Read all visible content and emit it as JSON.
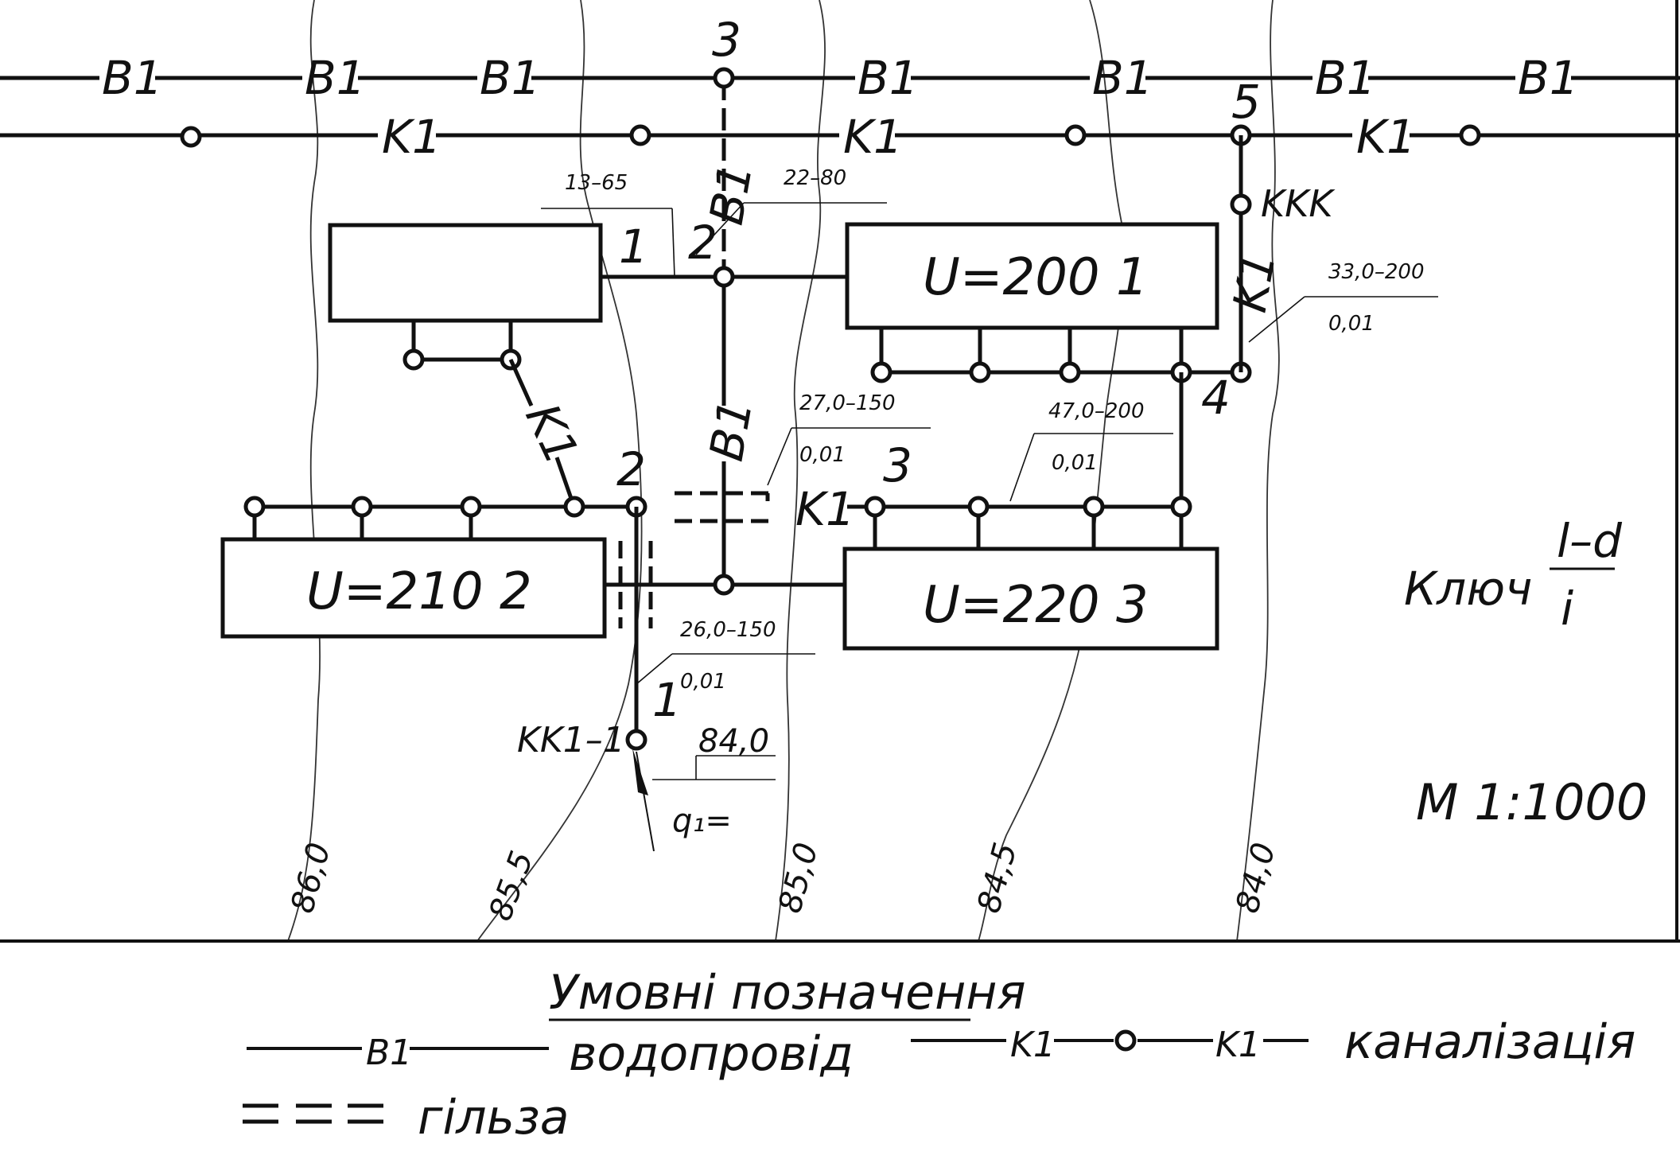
{
  "header": {
    "node3_top": "3",
    "node5_top": "5"
  },
  "lines": {
    "water": "B1",
    "sewer": "K1",
    "sewer_branch": "K1",
    "ккк": "KKK",
    "k1_diag": "K1"
  },
  "buildings": {
    "b1": {
      "label": "U=200   1"
    },
    "b2": {
      "label": "U=210   2"
    },
    "b3": {
      "label": "U=220   3"
    }
  },
  "nodes": {
    "w1": "1",
    "w2": "2",
    "s2": "2",
    "s3": "3",
    "s4": "4",
    "s1": "1",
    "kk1": "KK1–1"
  },
  "annotations": {
    "a_13_65": "13–65",
    "a_22_80": "22–80",
    "a_33_200": "33,0–200",
    "a_33_slope": "0,01",
    "a_27_150": "27,0–150",
    "a_27_slope": "0,01",
    "a_47_200": "47,0–200",
    "a_47_slope": "0,01",
    "a_26_150": "26,0–150",
    "a_26_slope": "0,01",
    "a_84": "84,0",
    "q": "q₁="
  },
  "contours": [
    "86,0",
    "85,5",
    "85,0",
    "84,5",
    "84,0"
  ],
  "key": {
    "label": "Ключ",
    "top": "l–d",
    "bottom": "i"
  },
  "scale": "М 1:1000",
  "legend": {
    "title": "Умовні позначення",
    "water_code": "B1",
    "water_text": "водопровід",
    "sewer_code": "K1",
    "sewer_text": "каналізація",
    "sleeve_text": "гільза"
  }
}
